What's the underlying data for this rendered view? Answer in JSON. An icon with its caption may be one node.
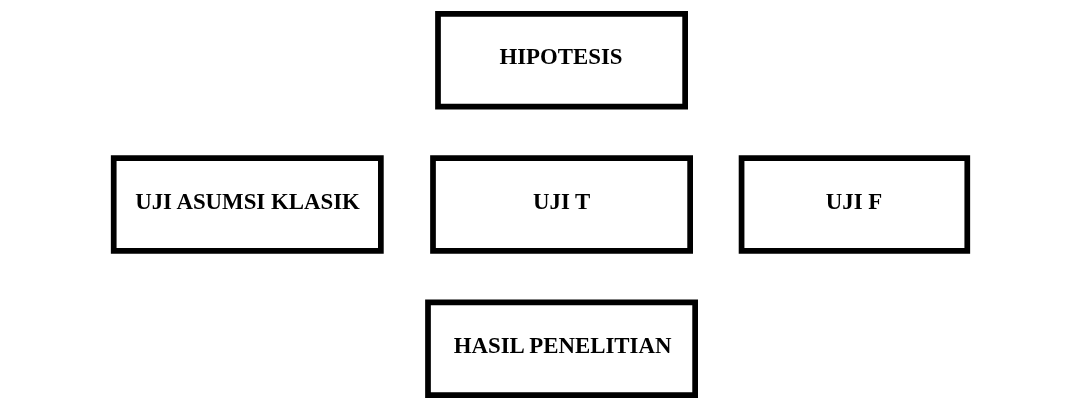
{
  "diagram": {
    "nodes": [
      {
        "text": [
          "HIPOTESIS"
        ]
      },
      {
        "text": [
          "UJI ASUMSI KLASIK"
        ]
      },
      {
        "text": [
          "UJI T"
        ]
      },
      {
        "text": [
          "UJI F"
        ]
      },
      {
        "text": [
          "HASIL PENELITIAN"
        ]
      }
    ]
  }
}
